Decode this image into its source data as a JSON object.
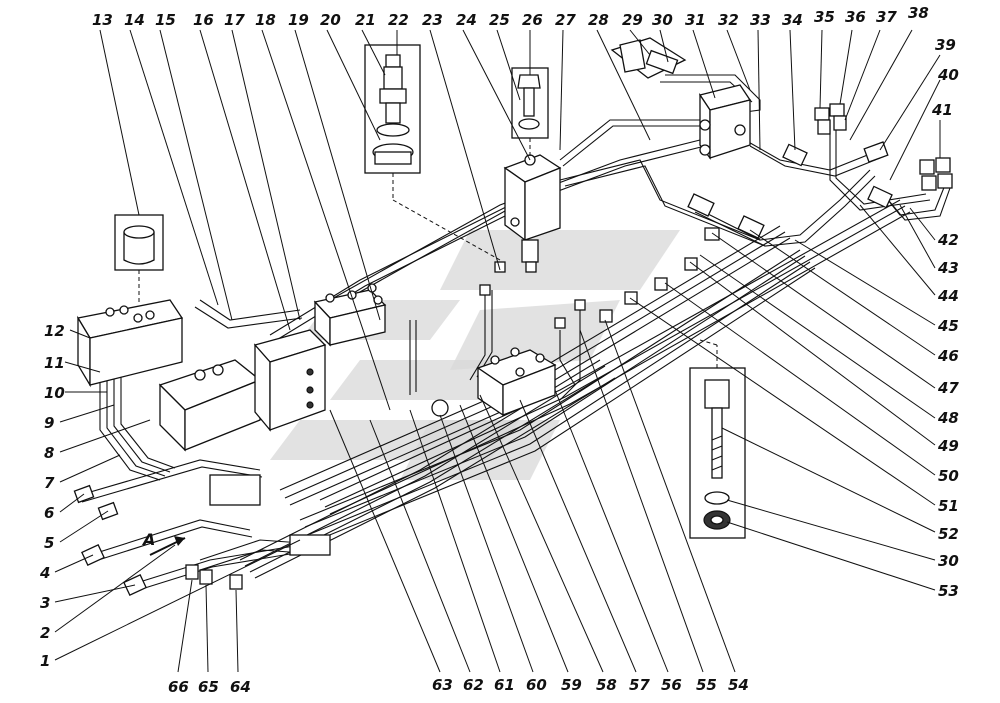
{
  "diagram": {
    "callouts": {
      "top": [
        "13",
        "14",
        "15",
        "16",
        "17",
        "18",
        "19",
        "20",
        "21",
        "22",
        "23",
        "24",
        "25",
        "26",
        "27",
        "28",
        "29",
        "30",
        "31",
        "32",
        "33",
        "34",
        "35",
        "36",
        "37",
        "38",
        "39",
        "40",
        "41"
      ],
      "right": [
        "42",
        "43",
        "44",
        "45",
        "46",
        "47",
        "48",
        "49",
        "50",
        "51",
        "52",
        "30",
        "53"
      ],
      "left": [
        "12",
        "11",
        "10",
        "9",
        "8",
        "7",
        "6",
        "5",
        "4",
        "3",
        "2",
        "1"
      ],
      "bottom": [
        "66",
        "65",
        "64",
        "63",
        "62",
        "61",
        "60",
        "59",
        "58",
        "57",
        "56",
        "55",
        "54"
      ]
    },
    "view_label": "A"
  }
}
